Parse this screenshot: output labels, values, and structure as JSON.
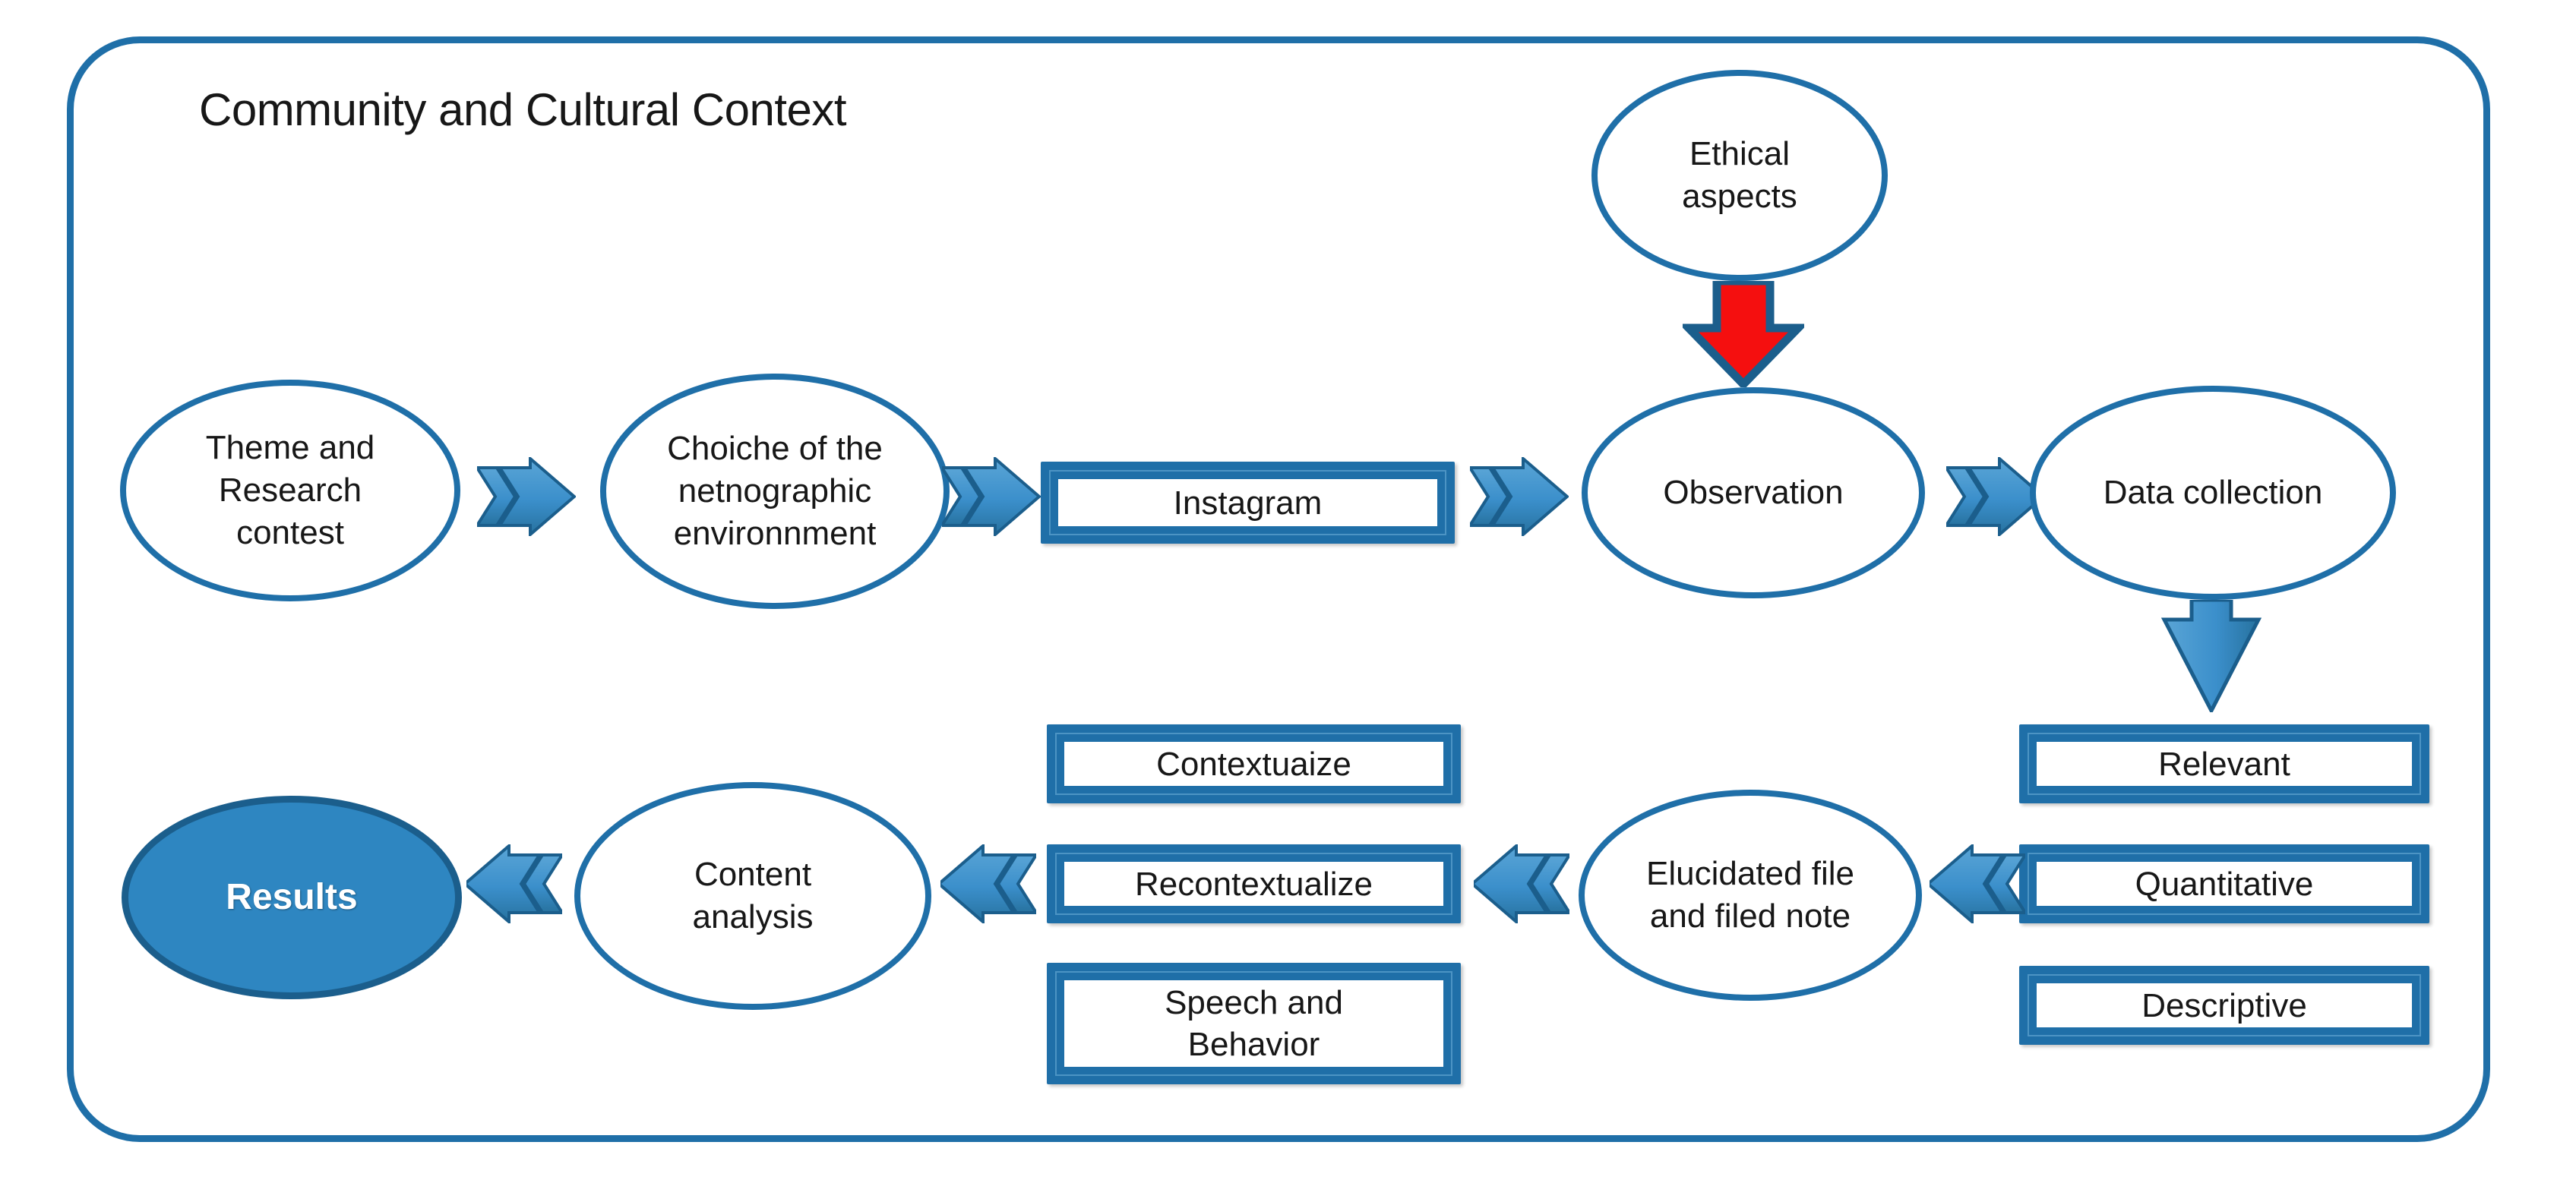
{
  "diagram": {
    "title": "Netnography research process flow",
    "container_label": "Community and Cultural Context",
    "colors": {
      "frame_blue": "#1F6FA8",
      "arrow_blue": "#3B8FCB",
      "arrow_blue_dark": "#1B5E8C",
      "results_fill": "#2E86C1",
      "ethics_arrow_red": "#F50F0F",
      "text_black": "#171717",
      "background": "#FFFFFF"
    },
    "nodes": {
      "ethical_aspects": {
        "label": "Ethical\naspects",
        "line1": "Ethical",
        "line2": "aspects",
        "shape": "ellipse"
      },
      "theme_research": {
        "line1": "Theme and",
        "line2": "Research",
        "line3": "contest",
        "shape": "ellipse"
      },
      "choice_env": {
        "line1": "Choiche of the",
        "line2": "netnographic",
        "line3": "environnment",
        "shape": "ellipse"
      },
      "instagram": {
        "label": "Instagram",
        "shape": "rect"
      },
      "observation": {
        "label": "Observation",
        "shape": "ellipse"
      },
      "data_collection": {
        "label": "Data collection",
        "shape": "ellipse"
      },
      "relevant": {
        "label": "Relevant",
        "shape": "rect"
      },
      "quantitative": {
        "label": "Quantitative",
        "shape": "rect"
      },
      "descriptive": {
        "label": "Descriptive",
        "shape": "rect"
      },
      "elucidated_file": {
        "line1": "Elucidated file",
        "line2": "and filed note",
        "shape": "ellipse"
      },
      "contextualize": {
        "label": "Contextuaize",
        "shape": "rect"
      },
      "recontextualize": {
        "label": "Recontextualize",
        "shape": "rect"
      },
      "speech_behavior": {
        "line1": "Speech and",
        "line2": "Behavior",
        "shape": "rect"
      },
      "content_analysis": {
        "line1": "Content",
        "line2": "analysis",
        "shape": "ellipse"
      },
      "results": {
        "label": "Results",
        "shape": "ellipse-filled"
      }
    },
    "arrows": [
      {
        "name": "ethics-to-observation",
        "direction": "down",
        "color": "red",
        "from": "ethical_aspects",
        "to": "observation"
      },
      {
        "name": "theme-to-choice",
        "direction": "right",
        "color": "blue",
        "from": "theme_research",
        "to": "choice_env"
      },
      {
        "name": "choice-to-instagram",
        "direction": "right",
        "color": "blue",
        "from": "choice_env",
        "to": "instagram"
      },
      {
        "name": "instagram-to-observation",
        "direction": "right",
        "color": "blue",
        "from": "instagram",
        "to": "observation"
      },
      {
        "name": "observation-to-data-collection",
        "direction": "right",
        "color": "blue",
        "from": "observation",
        "to": "data_collection"
      },
      {
        "name": "data-collection-to-relevant",
        "direction": "down",
        "color": "blue",
        "from": "data_collection",
        "to": "relevant"
      },
      {
        "name": "quantitative-to-elucidated-file",
        "direction": "left",
        "color": "blue",
        "from": "quantitative",
        "to": "elucidated_file"
      },
      {
        "name": "elucidated-file-to-recontextualize",
        "direction": "left",
        "color": "blue",
        "from": "elucidated_file",
        "to": "recontextualize"
      },
      {
        "name": "recontextualize-to-content-analysis",
        "direction": "left",
        "color": "blue",
        "from": "recontextualize",
        "to": "content_analysis"
      },
      {
        "name": "content-analysis-to-results",
        "direction": "left",
        "color": "blue",
        "from": "content_analysis",
        "to": "results"
      }
    ]
  }
}
